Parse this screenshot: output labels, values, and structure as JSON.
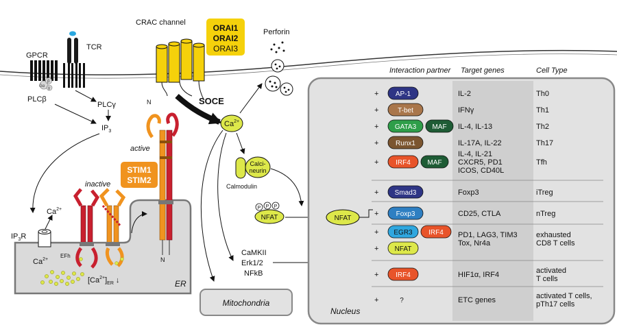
{
  "membrane_labels": {
    "gpcr": "GPCR",
    "tcr": "TCR",
    "crac_channel": "CRAC channel",
    "perforin": "Perforin",
    "soce": "SOCE",
    "n_terminus": "N"
  },
  "orai_box": {
    "lines": [
      "ORAI1",
      "ORAI2",
      "ORAI3"
    ],
    "color": "#F5D10B"
  },
  "stim_box": {
    "lines": [
      "STIM1",
      "STIM2"
    ],
    "color": "#F0931F"
  },
  "g_protein": {
    "alpha": "Gα",
    "beta": "β",
    "gamma": "γ"
  },
  "signaling": {
    "plcb": "PLCβ",
    "plcg": "PLCγ",
    "ip3": "IP",
    "ip3_sub": "3",
    "ip3r": "IP",
    "ip3r_sub": "3",
    "ip3r_r": "R",
    "ca_top": "Ca",
    "ca_top_sup": "2+",
    "ca_er": "Ca",
    "ca_er_sup": "2+",
    "ca_center": "Ca",
    "ca_center_sup": "2+",
    "calcineurin_1": "Calci-",
    "calcineurin_2": "neurin",
    "calmodulin": "Calmodulin",
    "nfat": "NFAT",
    "p": "P",
    "kinases": [
      "CaMKII",
      "Erk1/2",
      "NFkB"
    ],
    "mitochondria": "Mitochondria"
  },
  "er": {
    "label": "ER",
    "inactive": "inactive",
    "active": "active",
    "efh": "EFh",
    "ca_er_conc": "[Ca",
    "ca_er_conc_sup": "2+",
    "ca_er_conc_close": "]",
    "ca_er_conc_sub": "ER",
    "down_arrow": "↓"
  },
  "nucleus": {
    "label": "Nucleus",
    "nfat": "NFAT",
    "headers": {
      "partner": "Interaction partner",
      "genes": "Target genes",
      "cell": "Cell Type"
    },
    "rows": [
      {
        "plus": "+",
        "partners": [
          {
            "name": "AP-1",
            "color": "#2E3585",
            "text": "#ffffff"
          }
        ],
        "genes": [
          "IL-2"
        ],
        "cell": [
          "Th0"
        ]
      },
      {
        "plus": "+",
        "partners": [
          {
            "name": "T-bet",
            "color": "#A9764B",
            "text": "#ffffff"
          }
        ],
        "genes": [
          "IFNγ"
        ],
        "cell": [
          "Th1"
        ]
      },
      {
        "plus": "+",
        "partners": [
          {
            "name": "GATA3",
            "color": "#2E9E49",
            "text": "#ffffff"
          },
          {
            "name": "MAF",
            "color": "#1E5C35",
            "text": "#ffffff"
          }
        ],
        "genes": [
          "IL-4, IL-13"
        ],
        "cell": [
          "Th2"
        ]
      },
      {
        "plus": "+",
        "partners": [
          {
            "name": "Runx1",
            "color": "#7B5530",
            "text": "#ffffff"
          }
        ],
        "genes": [
          "IL-17A, IL-22"
        ],
        "cell": [
          "Th17"
        ]
      },
      {
        "plus": "+",
        "partners": [
          {
            "name": "IRF4",
            "color": "#E8542A",
            "text": "#ffffff"
          },
          {
            "name": "MAF",
            "color": "#1E5C35",
            "text": "#ffffff"
          }
        ],
        "genes": [
          "IL-4, IL-21",
          "CXCR5, PD1",
          "ICOS, CD40L"
        ],
        "cell": [
          "Tfh"
        ]
      },
      {
        "plus": "+",
        "partners": [
          {
            "name": "Smad3",
            "color": "#2E3585",
            "text": "#ffffff"
          }
        ],
        "genes": [
          "Foxp3"
        ],
        "cell": [
          "iTreg"
        ]
      },
      {
        "plus": "+",
        "partners": [
          {
            "name": "Foxp3",
            "color": "#2E7FC2",
            "text": "#ffffff"
          }
        ],
        "genes": [
          "CD25, CTLA"
        ],
        "cell": [
          "nTreg"
        ]
      },
      {
        "plus": "+",
        "partners": [
          {
            "name": "EGR3",
            "color": "#2FA7DF",
            "text": "#111111"
          },
          {
            "name": "IRF4",
            "color": "#E8542A",
            "text": "#ffffff"
          }
        ],
        "plus2": "+",
        "partners2": [
          {
            "name": "NFAT",
            "color": "#DDE84A",
            "text": "#111111"
          }
        ],
        "genes": [
          "PD1, LAG3, TIM3",
          "Tox, Nr4a"
        ],
        "cell": [
          "exhausted",
          "CD8 T cells"
        ]
      },
      {
        "plus": "+",
        "partners": [
          {
            "name": "IRF4",
            "color": "#E8542A",
            "text": "#ffffff"
          }
        ],
        "genes": [
          "HIF1α, IRF4"
        ],
        "cell": [
          "activated",
          "T cells"
        ]
      },
      {
        "plus": "+",
        "partners": [
          {
            "name": "?",
            "color": "none",
            "text": "#111111"
          }
        ],
        "genes": [
          "ETC genes"
        ],
        "cell": [
          "activated T cells,",
          "pTh17 cells"
        ]
      }
    ]
  },
  "colors": {
    "nfat": "#DDE84A",
    "ca": "#DDE84A",
    "calcineurin": "#DDE84A",
    "orai": "#F5D10B",
    "stim_orange": "#F0931F",
    "stim_red": "#C8202F",
    "gray_fill": "#D8D8D8",
    "gene_col": "#CFCFCF"
  }
}
